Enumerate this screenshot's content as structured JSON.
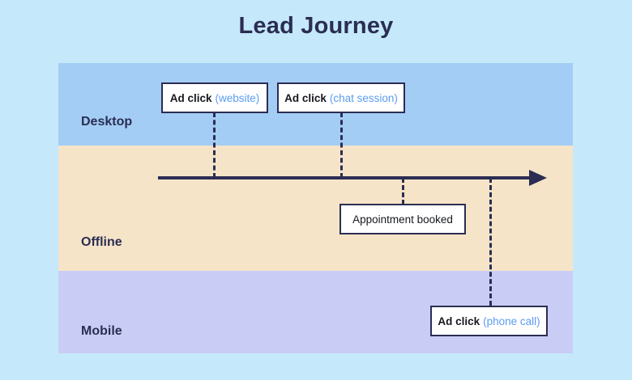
{
  "page": {
    "title": "Lead Journey",
    "background_color": "#c5e9fb",
    "title_color": "#2b2d52"
  },
  "bands": [
    {
      "id": "desktop",
      "label": "Desktop",
      "color": "#a3cdf5"
    },
    {
      "id": "offline",
      "label": "Offline",
      "color": "#f6e4c8"
    },
    {
      "id": "mobile",
      "label": "Mobile",
      "color": "#c9cdf5"
    }
  ],
  "timeline": {
    "color": "#2b2d52",
    "direction": "left-to-right",
    "arrow": "arrow-right"
  },
  "events": [
    {
      "id": "ad-click-website",
      "primary": "Ad click",
      "secondary": "(website)",
      "band": "desktop",
      "connector": "dashed"
    },
    {
      "id": "ad-click-chat-session",
      "primary": "Ad click",
      "secondary": "(chat session)",
      "band": "desktop",
      "connector": "dashed"
    },
    {
      "id": "appointment-booked",
      "primary": "Appointment booked",
      "secondary": "",
      "band": "offline",
      "connector": "dashed"
    },
    {
      "id": "ad-click-phone-call",
      "primary": "Ad click",
      "secondary": "(phone call)",
      "band": "mobile",
      "connector": "dashed"
    }
  ],
  "colors": {
    "accent_blue": "#5b9cf0",
    "ink": "#16181f",
    "navy": "#2b2d52",
    "box_fill": "#ffffff"
  }
}
